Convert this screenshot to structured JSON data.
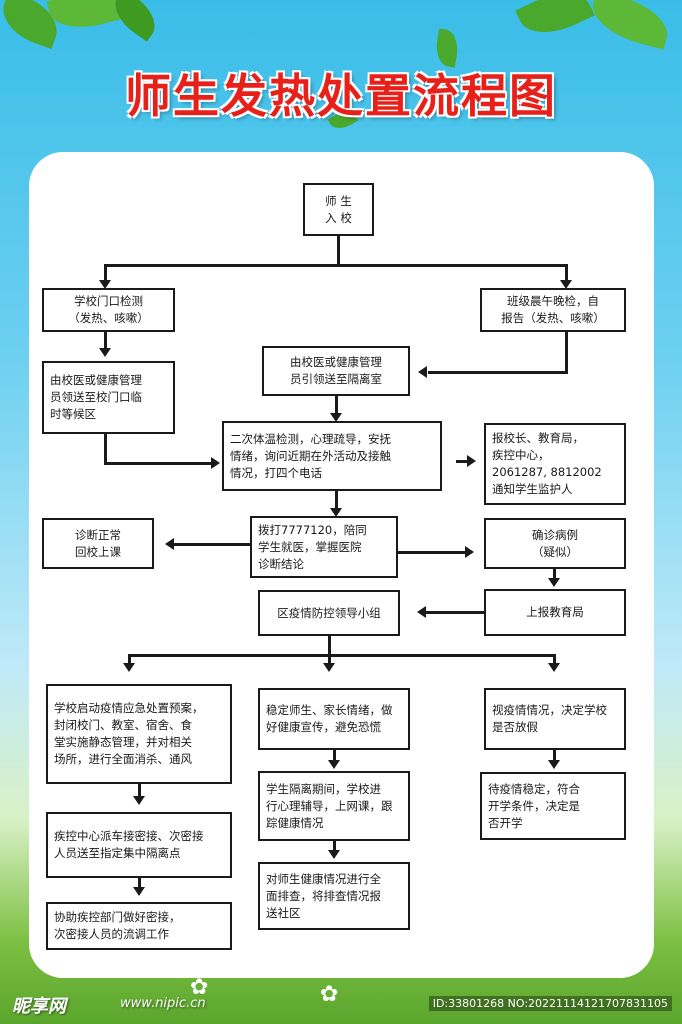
{
  "title": "师生发热处置流程图",
  "boxes": {
    "enter": "师 生\n入 校",
    "gate_check": "学校门口检测\n（发热、咳嗽）",
    "class_check": "班级晨午晚检，自\n报告（发热、咳嗽）",
    "gate_wait": "由校医或健康管理\n员领送至校门口临\n时等候区",
    "to_isolation": "由校医或健康管理\n员引领送至隔离室",
    "second_check": "二次体温检测，心理疏导，安抚\n情绪，询问近期在外活动及接触\n情况，打四个电话",
    "report_leaders": "报校长、教育局，\n疾控中心，\n2061287, 8812002\n通知学生监护人",
    "call_hospital": "拨打7777120，陪同\n学生就医，掌握医院\n诊断结论",
    "normal_return": "诊断正常\n回校上课",
    "confirmed": "确诊病例\n（疑似）",
    "report_edu": "上报教育局",
    "leading_group": "区疫情防控领导小组",
    "emergency_plan": "学校启动疫情应急处置预案，\n封闭校门、教室、宿舍、食\n堂实施静态管理，并对相关\n场所，进行全面消杀、通风",
    "stabilize": "稳定师生、家长情绪，做\n好健康宣传，避免恐慌",
    "holiday": "视疫情情况，决定学校\n是否放假",
    "cdc_transport": "疾控中心派车接密接、次密接\n人员送至指定集中隔离点",
    "isolation_period": "学生隔离期间，学校进\n行心理辅导，上网课，跟\n踪健康情况",
    "reopen": "待疫情稳定，符合\n开学条件，决定是\n否开学",
    "assist_cdc": "协助疾控部门做好密接，\n次密接人员的流调工作",
    "screening": "对师生健康情况进行全\n面排查，将排查情况报\n送社区"
  },
  "watermark": {
    "logo": "昵享网",
    "url": "www.nipic.cn",
    "id": "ID:33801268 NO:20221114121707831105"
  },
  "colors": {
    "title": "#e8201a",
    "line": "#1a1a1a",
    "panel": "#ffffff"
  }
}
